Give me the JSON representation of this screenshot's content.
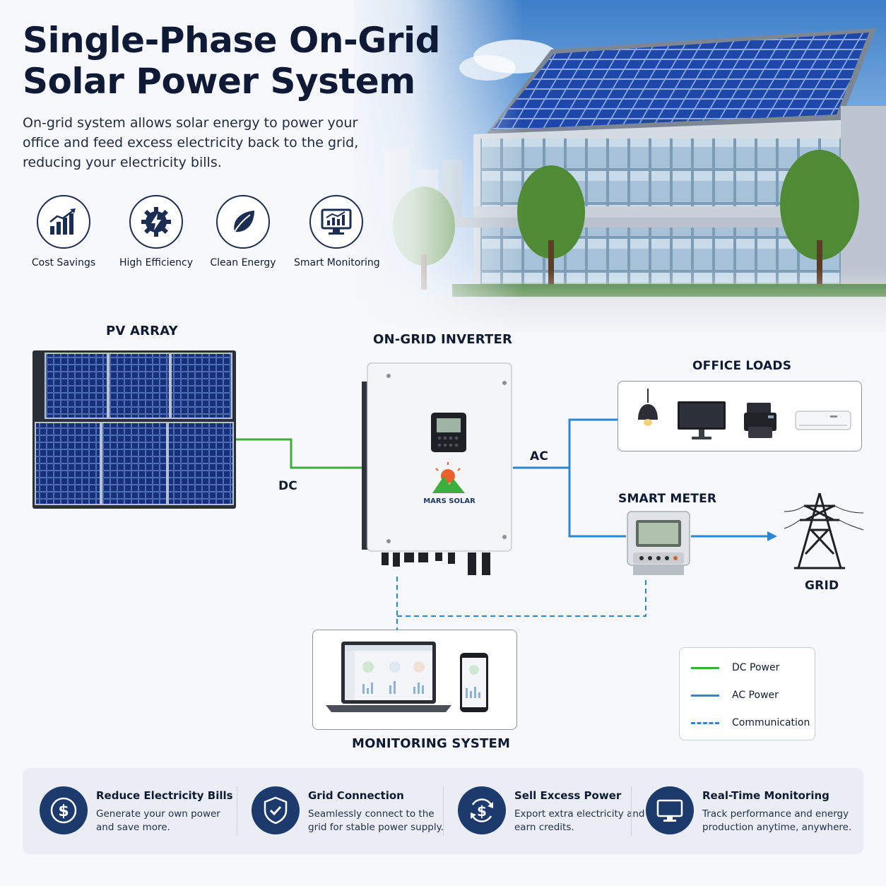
{
  "header": {
    "title_line1": "Single-Phase On-Grid",
    "title_line2": "Solar Power System",
    "subtitle": "On-grid system allows solar energy to power your office and feed excess electricity back to the grid, reducing your electricity bills."
  },
  "features": [
    {
      "label": "Cost Savings",
      "icon": "bar-chart-up-icon"
    },
    {
      "label": "High Efficiency",
      "icon": "gear-lightning-icon"
    },
    {
      "label": "Clean Energy",
      "icon": "leaf-icon"
    },
    {
      "label": "Smart Monitoring",
      "icon": "monitor-chart-icon"
    }
  ],
  "diagram": {
    "pv_array_label": "PV ARRAY",
    "inverter_label": "ON-GRID INVERTER",
    "inverter_brand": "MARS SOLAR",
    "office_loads_label": "OFFICE LOADS",
    "smart_meter_label": "SMART METER",
    "grid_label": "GRID",
    "monitoring_label": "MONITORING SYSTEM",
    "dc_label": "DC",
    "ac_label": "AC",
    "office_loads": [
      "pendant-lamp-icon",
      "desktop-monitor-icon",
      "printer-icon",
      "air-conditioner-icon"
    ]
  },
  "legend": [
    {
      "label": "DC Power",
      "color": "#3cae3c",
      "style": "solid"
    },
    {
      "label": "AC Power",
      "color": "#2a86d6",
      "style": "solid"
    },
    {
      "label": "Communication",
      "color": "#2a86d6",
      "style": "dashed"
    }
  ],
  "benefits": [
    {
      "title": "Reduce Electricity Bills",
      "desc": "Generate your own power and save more.",
      "icon": "dollar-coin-icon"
    },
    {
      "title": "Grid Connection",
      "desc": "Seamlessly connect to the grid for stable power supply.",
      "icon": "shield-check-icon"
    },
    {
      "title": "Sell Excess Power",
      "desc": "Export extra electricity and earn credits.",
      "icon": "dollar-cycle-icon"
    },
    {
      "title": "Real-Time Monitoring",
      "desc": "Track performance and energy production anytime, anywhere.",
      "icon": "desktop-icon"
    }
  ],
  "colors": {
    "dc": "#3cae3c",
    "ac": "#2a86d6",
    "navy": "#1d3a6c",
    "panel_blue": "#1c3a8a"
  }
}
